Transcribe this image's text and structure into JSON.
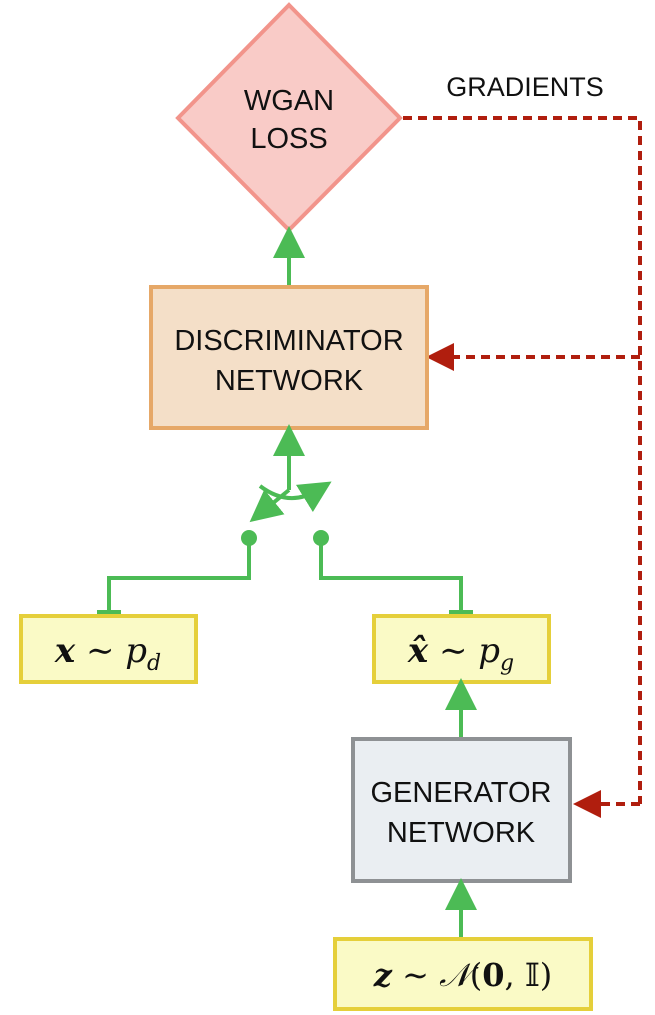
{
  "loss": {
    "line1": "WGAN",
    "line2": "LOSS"
  },
  "gradients_label": "GRADIENTS",
  "discriminator": {
    "line1": "DISCRIMINATOR",
    "line2": "NETWORK"
  },
  "generator": {
    "line1": "GENERATOR",
    "line2": "NETWORK"
  },
  "real_sample": {
    "var": "x",
    "sim": " ∼ ",
    "p": "p",
    "sub": "d"
  },
  "fake_sample": {
    "var": "x̂",
    "sim": " ∼ ",
    "p": "p",
    "sub": "g"
  },
  "noise": {
    "var": "z",
    "sim": " ∼ ",
    "dist": "𝒩",
    "open": "(",
    "zero": "0",
    "comma": ", ",
    "ident": "𝕀",
    "close": ")"
  },
  "colors": {
    "flow_arrow": "#4cbb55",
    "gradient_arrow": "#b01e0e",
    "loss_fill": "#f9cbc7",
    "loss_border": "#f2948b",
    "disc_fill": "#f4dfc8",
    "disc_border": "#e6a868",
    "gen_fill": "#eaeef2",
    "gen_border": "#8e9194",
    "sample_fill": "#fafac6",
    "sample_border": "#e5cf3a"
  }
}
